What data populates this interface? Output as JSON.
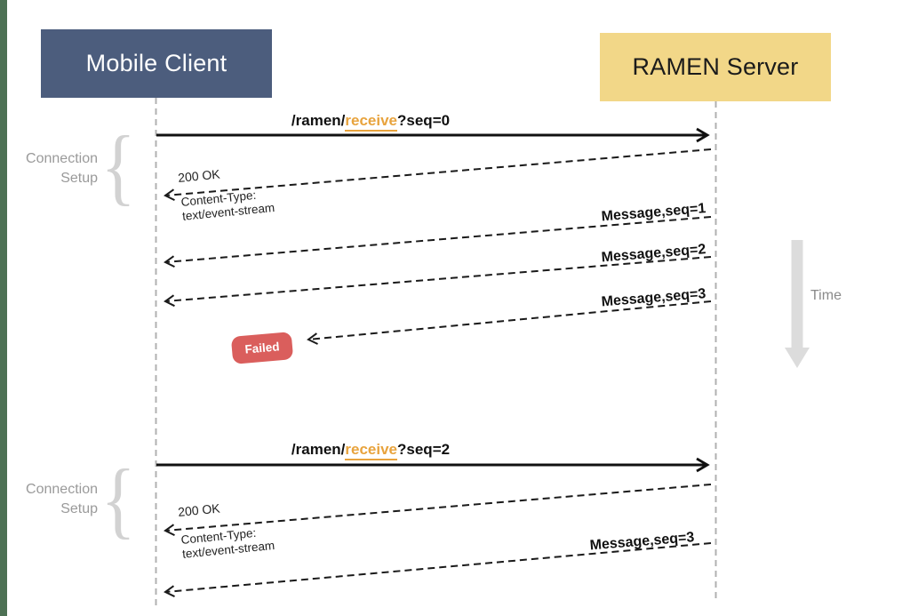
{
  "actors": {
    "client": {
      "label": "Mobile Client"
    },
    "server": {
      "label": "RAMEN Server"
    }
  },
  "side_labels": {
    "connection_setup_top": {
      "line1": "Connection",
      "line2": "Setup"
    },
    "connection_setup_bottom": {
      "line1": "Connection",
      "line2": "Setup"
    },
    "brace": "{",
    "time": "Time"
  },
  "flow": {
    "request1": {
      "prefix": "/ramen/",
      "link": "receive",
      "suffix": "?seq=0"
    },
    "response1": {
      "status": "200 OK",
      "header_line1": "Content-Type:",
      "header_line2": "text/event-stream"
    },
    "message1": {
      "label": "Message,seq=1"
    },
    "message2": {
      "label": "Message,seq=2"
    },
    "message3": {
      "label": "Message,seq=3"
    },
    "failed": {
      "label": "Failed"
    },
    "request2": {
      "prefix": "/ramen/",
      "link": "receive",
      "suffix": "?seq=2"
    },
    "response2": {
      "status": "200 OK",
      "header_line1": "Content-Type:",
      "header_line2": "text/event-stream"
    },
    "message3_retry": {
      "label": "Message,seq=3"
    }
  },
  "colors": {
    "client_box": "#4C5D7D",
    "server_box": "#F2D788",
    "link_highlight": "#E8A33D",
    "failed_badge": "#DA5E5C",
    "time_arrow": "#DCDCDC",
    "muted_text": "#9A9A9A",
    "left_strip": "#4D7154",
    "lifeline": "#B0B0B0",
    "arrow": "#1A1A1A"
  }
}
